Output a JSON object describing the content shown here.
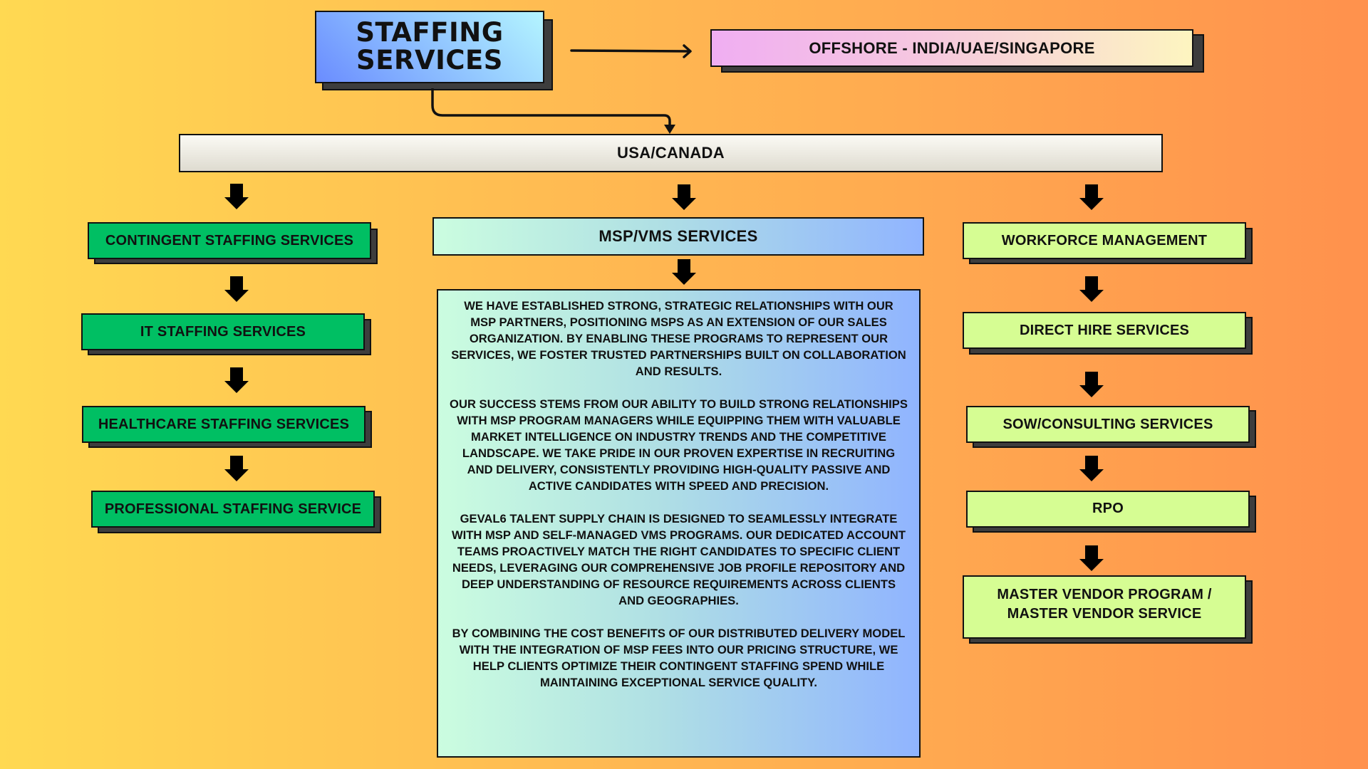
{
  "diagram": {
    "root": {
      "line1": "STAFFING",
      "line2": "SERVICES"
    },
    "offshore": {
      "label": "OFFSHORE - INDIA/UAE/SINGAPORE"
    },
    "region": {
      "label": "USA/CANADA"
    },
    "left_column": {
      "items": [
        {
          "label": "CONTINGENT STAFFING SERVICES"
        },
        {
          "label": "IT STAFFING SERVICES"
        },
        {
          "label": "HEALTHCARE STAFFING SERVICES"
        },
        {
          "label": "PROFESSIONAL STAFFING SERVICE"
        }
      ]
    },
    "center_column": {
      "title": "MSP/VMS SERVICES",
      "paragraphs": [
        "WE HAVE ESTABLISHED STRONG, STRATEGIC RELATIONSHIPS WITH OUR MSP PARTNERS, POSITIONING MSPS AS AN EXTENSION OF OUR SALES ORGANIZATION. BY ENABLING THESE PROGRAMS TO REPRESENT OUR SERVICES, WE FOSTER TRUSTED PARTNERSHIPS BUILT ON COLLABORATION AND RESULTS.",
        "OUR SUCCESS STEMS FROM OUR ABILITY TO BUILD STRONG RELATIONSHIPS WITH MSP PROGRAM MANAGERS WHILE EQUIPPING THEM WITH VALUABLE MARKET INTELLIGENCE ON INDUSTRY TRENDS AND THE COMPETITIVE LANDSCAPE. WE TAKE PRIDE IN OUR PROVEN EXPERTISE IN RECRUITING AND DELIVERY, CONSISTENTLY PROVIDING HIGH-QUALITY PASSIVE AND ACTIVE CANDIDATES WITH SPEED AND PRECISION.",
        "GEVAL6 TALENT SUPPLY CHAIN IS DESIGNED TO SEAMLESSLY INTEGRATE WITH MSP AND SELF-MANAGED VMS PROGRAMS. OUR DEDICATED ACCOUNT TEAMS PROACTIVELY MATCH THE RIGHT CANDIDATES TO SPECIFIC CLIENT NEEDS, LEVERAGING OUR COMPREHENSIVE JOB PROFILE REPOSITORY AND DEEP UNDERSTANDING OF RESOURCE REQUIREMENTS ACROSS CLIENTS AND GEOGRAPHIES.",
        "BY COMBINING THE COST BENEFITS OF OUR DISTRIBUTED DELIVERY MODEL WITH THE INTEGRATION OF MSP FEES INTO OUR PRICING STRUCTURE, WE HELP CLIENTS OPTIMIZE THEIR CONTINGENT STAFFING SPEND WHILE MAINTAINING EXCEPTIONAL SERVICE QUALITY."
      ]
    },
    "right_column": {
      "items": [
        {
          "label": "WORKFORCE MANAGEMENT"
        },
        {
          "label": "DIRECT HIRE SERVICES"
        },
        {
          "label": "SOW/CONSULTING SERVICES"
        },
        {
          "label": "RPO"
        },
        {
          "label": "MASTER VENDOR PROGRAM /",
          "label2": "MASTER VENDOR SERVICE"
        }
      ]
    },
    "colors": {
      "background_left": "#ffd952",
      "background_right": "#ff914d",
      "left_boxes": "#00bf63",
      "right_boxes": "#d6fd93",
      "shadow": "#3d3d3d",
      "root_gradient": [
        "#6a8cff",
        "#b4f5ff"
      ],
      "offshore_gradient": [
        "#f0aef2",
        "#fdf5c0"
      ],
      "msp_gradient": [
        "#cbfde0",
        "#90b4ff"
      ]
    }
  }
}
